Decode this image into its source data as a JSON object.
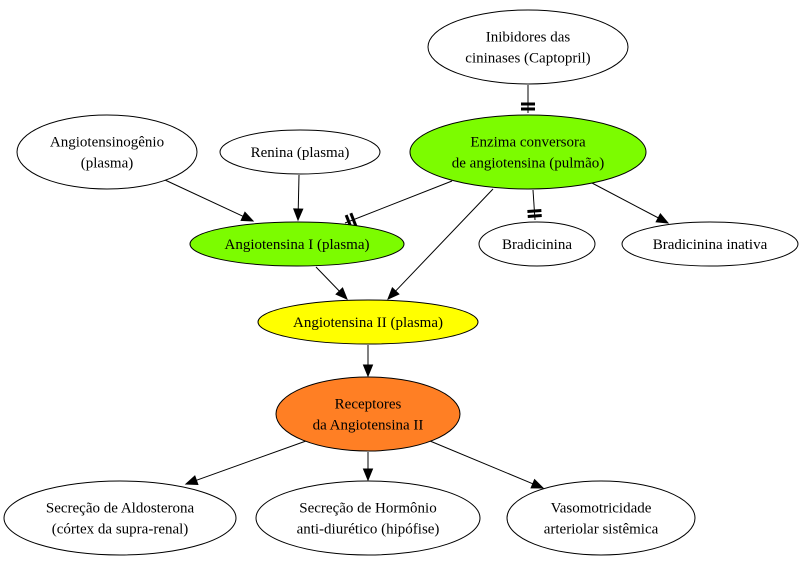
{
  "colors": {
    "white": "#ffffff",
    "green": "#7cfc00",
    "yellow": "#ffff00",
    "orange": "#ff7f24"
  },
  "nodes": {
    "inibidores": {
      "lines": [
        "Inibidores das",
        "cininases (Captopril)"
      ],
      "fill": "white"
    },
    "angiotensinogenio": {
      "lines": [
        "Angiotensinogênio",
        "(plasma)"
      ],
      "fill": "white"
    },
    "renina": {
      "lines": [
        "Renina (plasma)"
      ],
      "fill": "white"
    },
    "eca": {
      "lines": [
        "Enzima conversora",
        "de angiotensina (pulmão)"
      ],
      "fill": "green"
    },
    "angiotensina1": {
      "lines": [
        "Angiotensina I (plasma)"
      ],
      "fill": "green"
    },
    "bradicinina": {
      "lines": [
        "Bradicinina"
      ],
      "fill": "white"
    },
    "bradicinina_inativa": {
      "lines": [
        "Bradicinina inativa"
      ],
      "fill": "white"
    },
    "angiotensina2": {
      "lines": [
        "Angiotensina II (plasma)"
      ],
      "fill": "yellow"
    },
    "receptores": {
      "lines": [
        "Receptores",
        "da Angiotensina II"
      ],
      "fill": "orange"
    },
    "aldosterona": {
      "lines": [
        "Secreção de Aldosterona",
        "(córtex da supra-renal)"
      ],
      "fill": "white"
    },
    "hormonio": {
      "lines": [
        "Secreção de Hormônio",
        "anti-diurético (hipófise)"
      ],
      "fill": "white"
    },
    "vasomotricidade": {
      "lines": [
        "Vasomotricidade",
        "arteriolar sistêmica"
      ],
      "fill": "white"
    }
  },
  "edges": [
    {
      "from": "inibidores",
      "to": "eca",
      "type": "inhibit"
    },
    {
      "from": "angiotensinogenio",
      "to": "angiotensina1",
      "type": "arrow"
    },
    {
      "from": "renina",
      "to": "angiotensina1",
      "type": "arrow"
    },
    {
      "from": "eca",
      "to": "angiotensina1",
      "type": "inhibit"
    },
    {
      "from": "eca",
      "to": "bradicinina",
      "type": "inhibit"
    },
    {
      "from": "eca",
      "to": "bradicinina_inativa",
      "type": "arrow"
    },
    {
      "from": "eca",
      "to": "angiotensina2",
      "type": "arrow"
    },
    {
      "from": "angiotensina1",
      "to": "angiotensina2",
      "type": "arrow"
    },
    {
      "from": "angiotensina2",
      "to": "receptores",
      "type": "arrow"
    },
    {
      "from": "receptores",
      "to": "aldosterona",
      "type": "arrow"
    },
    {
      "from": "receptores",
      "to": "hormonio",
      "type": "arrow"
    },
    {
      "from": "receptores",
      "to": "vasomotricidade",
      "type": "arrow"
    }
  ]
}
